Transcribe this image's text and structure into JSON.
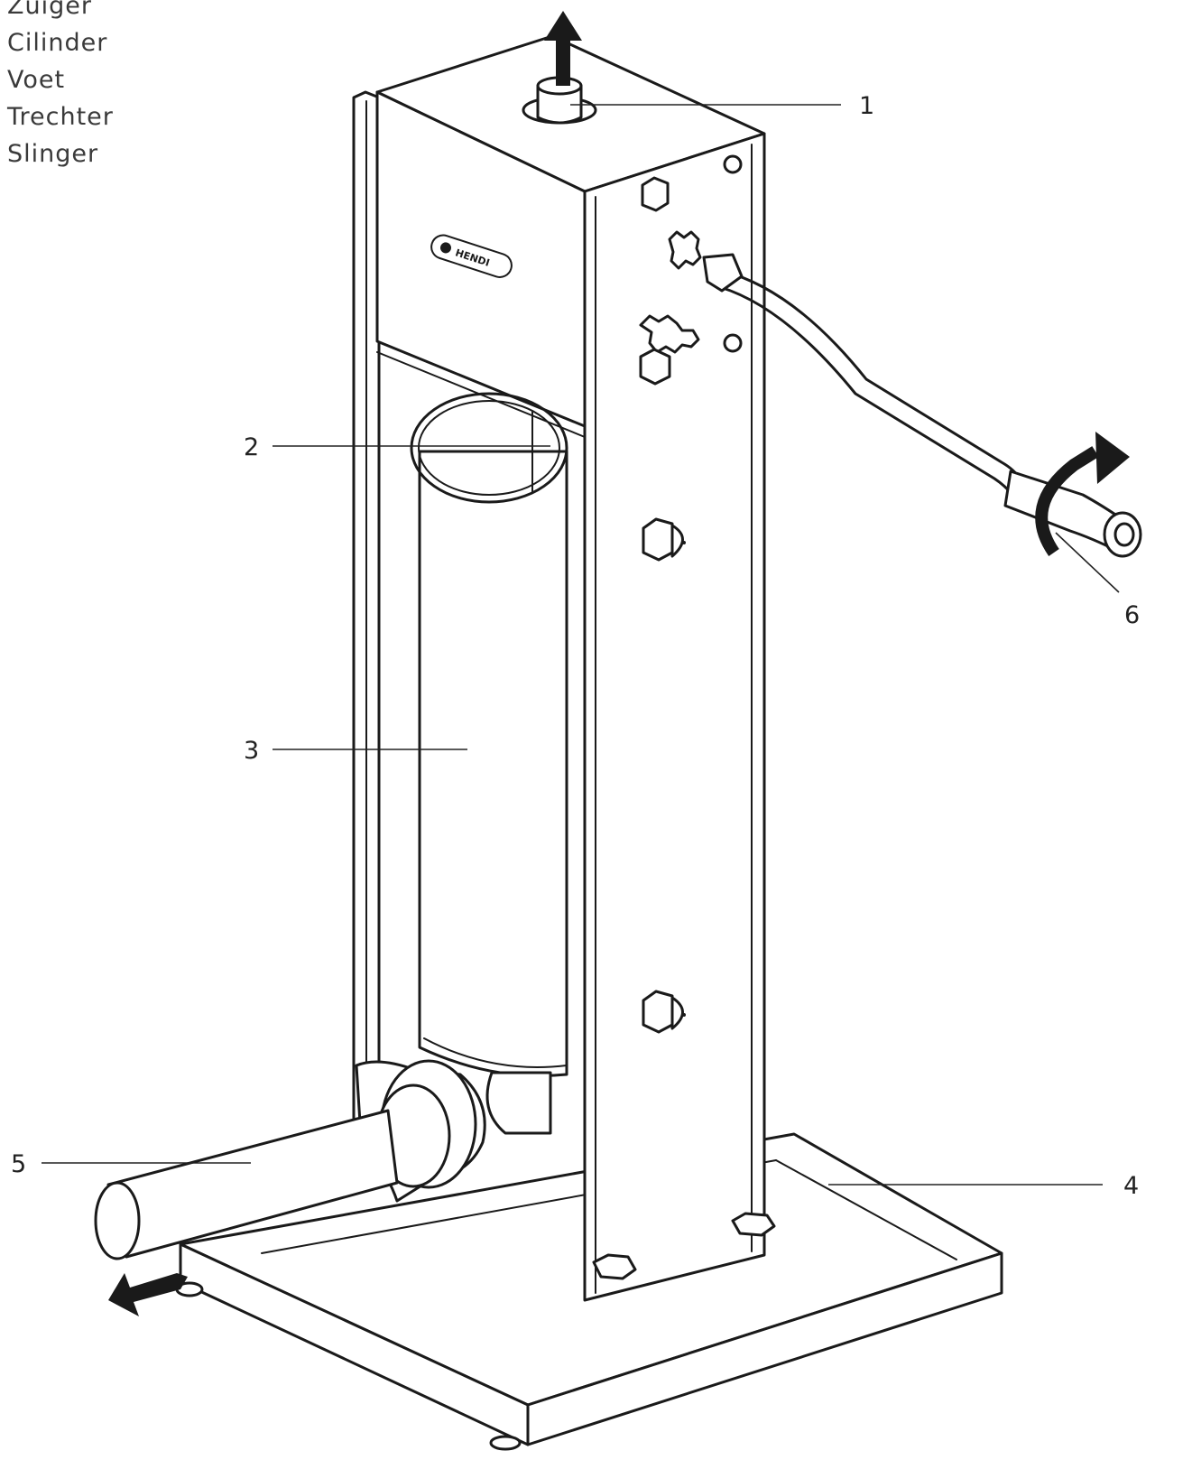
{
  "legend": [
    "Zuiger",
    "Cilinder",
    "Voet",
    "Trechter",
    "Slinger"
  ],
  "brand": "HENDI",
  "callouts": [
    "1",
    "2",
    "3",
    "4",
    "5",
    "6"
  ],
  "icons": {
    "up_arrow": "arrow-up",
    "left_arrow": "arrow-down-left",
    "crank_rotation": "rotate-clockwise"
  }
}
